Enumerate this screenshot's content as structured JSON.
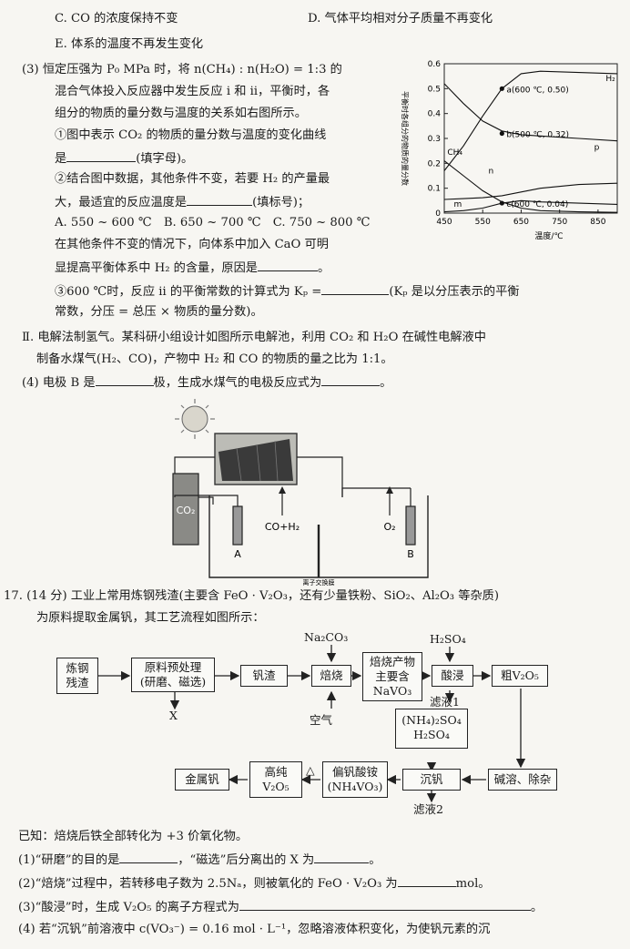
{
  "options_top": {
    "c": "C. CO 的浓度保持不变",
    "d": "D. 气体平均相对分子质量不再变化",
    "e": "E. 体系的温度不再发生变化"
  },
  "q3": {
    "l1": "(3) 恒定压强为 P₀ MPa 时，将 n(CH₄) : n(H₂O) = 1:3 的",
    "l2": "混合气体投入反应器中发生反应 ⅰ 和 ⅱ，平衡时，各",
    "l3": "组分的物质的量分数与温度的关系如右图所示。",
    "l4": "①图中表示 CO₂ 的物质的量分数与温度的变化曲线",
    "l5a": "是",
    "l5b": "(填字母)。",
    "l6": "②结合图中数据，其他条件不变，若要 H₂ 的产量最",
    "l7a": "大，最适宜的反应温度是",
    "l7b": "(填标号)；",
    "l8": "A. 550 ~ 600 ℃　B. 650 ~ 700 ℃　C. 750 ~ 800 ℃",
    "l9": "在其他条件不变的情况下，向体系中加入 CaO 可明",
    "l10a": "显提高平衡体系中 H₂ 的含量，原因是",
    "l10b": "。",
    "l11a": "③600 ℃时，反应 ⅱ 的平衡常数的计算式为 Kₚ =",
    "l11b": "(Kₚ 是以分压表示的平衡",
    "l12": "常数，分压 = 总压 × 物质的量分数)。"
  },
  "part2": {
    "l1": "Ⅱ. 电解法制氢气。某科研小组设计如图所示电解池，利用 CO₂ 和 H₂O 在碱性电解液中",
    "l2": "制备水煤气(H₂、CO)，产物中 H₂ 和 CO 的物质的量之比为 1:1。",
    "q4a": "(4) 电极 B 是",
    "q4b": "极，生成水煤气的电极反应式为",
    "q4c": "。"
  },
  "chart_data": {
    "type": "line",
    "ylabel": "平衡时各组分的物质的量分数",
    "xlabel": "温度/℃",
    "xlim": [
      450,
      900
    ],
    "ylim": [
      0,
      0.6
    ],
    "xticks": [
      450,
      550,
      650,
      750,
      850
    ],
    "xtick_labels": [
      "450",
      "550",
      "650",
      "750",
      "850"
    ],
    "yticks": [
      0,
      0.1,
      0.2,
      0.3,
      0.4,
      0.5,
      0.6
    ],
    "ytick_labels": [
      "0",
      "0.1",
      "0.2",
      "0.3",
      "0.4",
      "0.5",
      "0.6"
    ],
    "series": [
      {
        "name": "H₂",
        "x": [
          450,
          500,
          550,
          600,
          650,
          700,
          800,
          900
        ],
        "y": [
          0.17,
          0.27,
          0.39,
          0.5,
          0.56,
          0.57,
          0.565,
          0.56
        ]
      },
      {
        "name": "p",
        "x": [
          450,
          500,
          550,
          600,
          650,
          700,
          800,
          900
        ],
        "y": [
          0.52,
          0.44,
          0.37,
          0.33,
          0.315,
          0.31,
          0.3,
          0.29
        ]
      },
      {
        "name": "CH₄",
        "x": [
          450,
          500,
          550,
          600,
          650,
          700,
          800,
          900
        ],
        "y": [
          0.21,
          0.15,
          0.09,
          0.045,
          0.02,
          0.01,
          0.005,
          0.003
        ]
      },
      {
        "name": "n",
        "x": [
          450,
          500,
          550,
          600,
          650,
          700,
          800,
          900
        ],
        "y": [
          0.055,
          0.058,
          0.062,
          0.07,
          0.085,
          0.1,
          0.115,
          0.12
        ]
      },
      {
        "name": "m",
        "x": [
          450,
          500,
          550,
          600,
          650,
          700,
          800,
          900
        ],
        "y": [
          0.005,
          0.01,
          0.02,
          0.04,
          0.05,
          0.045,
          0.04,
          0.035
        ]
      }
    ],
    "annotations": [
      {
        "text": "a(600 ℃, 0.50)",
        "x": 600,
        "y": 0.5
      },
      {
        "text": "b(500 ℃, 0.32)",
        "x": 600,
        "y": 0.32
      },
      {
        "text": "c(600 ℃, 0.04)",
        "x": 600,
        "y": 0.04
      }
    ]
  },
  "cell": {
    "co2": "CO₂",
    "a": "A",
    "b": "B",
    "co_h2": "CO+H₂",
    "o2": "O₂",
    "membrane": "离子交换膜"
  },
  "q17": {
    "l1": "17. (14 分) 工业上常用炼钢残渣(主要含 FeO · V₂O₃，还有少量铁粉、SiO₂、Al₂O₃ 等杂质)",
    "l2": "为原料提取金属钒，其工艺流程如图所示："
  },
  "flow": {
    "b1": "炼钢\n残渣",
    "b2": "原料预处理\n(研磨、磁选)",
    "b3": "钒渣",
    "b4": "焙烧",
    "b5": "焙烧产物\n主要含\nNaVO₃",
    "b6": "酸浸",
    "b7": "粗V₂O₅",
    "b8": "碱溶、除杂",
    "b9": "沉钒",
    "b10": "偏钒酸铵\n(NH₄VO₃)",
    "b11": "高纯\nV₂O₅",
    "b12": "金属钒",
    "b13": "(NH₄)₂SO₄\nH₂SO₄",
    "x": "X",
    "na2co3": "Na₂CO₃",
    "air": "空气",
    "h2so4": "H₂SO₄",
    "filtrate1": "滤液1",
    "filtrate2": "滤液2",
    "delta": "△"
  },
  "known": {
    "l0": "已知：焙烧后铁全部转化为 +3 价氧化物。",
    "l1a": "(1)“研磨”的目的是",
    "l1b": "，“磁选”后分离出的 X 为",
    "l1c": "。",
    "l2a": "(2)“焙烧”过程中，若转移电子数为 2.5Nₐ，则被氧化的 FeO · V₂O₃ 为",
    "l2b": "mol。",
    "l3a": "(3)“酸浸”时，生成 V₂O₅ 的离子方程式为",
    "l3b": "。",
    "l4": "(4) 若“沉钒”前溶液中 c(VO₃⁻) = 0.16 mol · L⁻¹，忽略溶液体积变化，为使钒元素的沉"
  }
}
